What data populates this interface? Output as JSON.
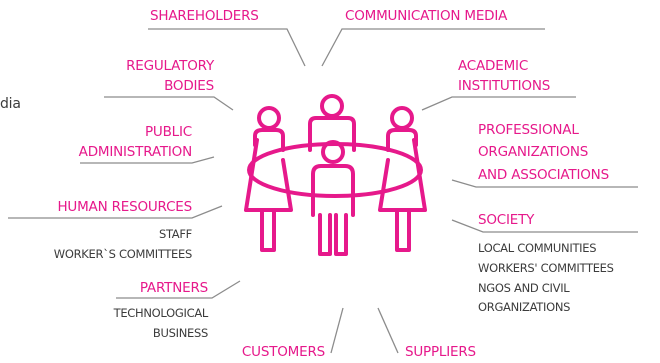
{
  "stakeholders": {
    "shareholders": "SHAREHOLDERS",
    "communication_media": "COMMUNICATION MEDIA",
    "regulatory_bodies": [
      "REGULATORY",
      "BODIES"
    ],
    "academic_institutions": [
      "ACADEMIC",
      "INSTITUTIONS"
    ],
    "public_administration": [
      "PUBLIC",
      "ADMINISTRATION"
    ],
    "professional_organizations": [
      "PROFESSIONAL",
      "ORGANIZATIONS",
      "AND ASSOCIATIONS"
    ],
    "human_resources": {
      "title": "HUMAN RESOURCES",
      "items": [
        "STAFF",
        "WORKER`S COMMITTEES"
      ]
    },
    "society": {
      "title": "SOCIETY",
      "items": [
        "LOCAL COMMUNITIES",
        "WORKERS' COMMITTEES",
        "NGOS AND CIVIL",
        "ORGANIZATIONS"
      ]
    },
    "partners": {
      "title": "PARTNERS",
      "items": [
        "TECHNOLOGICAL",
        "BUSINESS"
      ]
    },
    "customers": "CUSTOMERS",
    "suppliers": "SUPPLIERS"
  },
  "cut_off_text": "dia",
  "colors": {
    "accent": "#e6198b",
    "line": "#8c8c8c",
    "text": "#3c3c3c"
  },
  "icons": {
    "center": "people-around-table-icon"
  }
}
